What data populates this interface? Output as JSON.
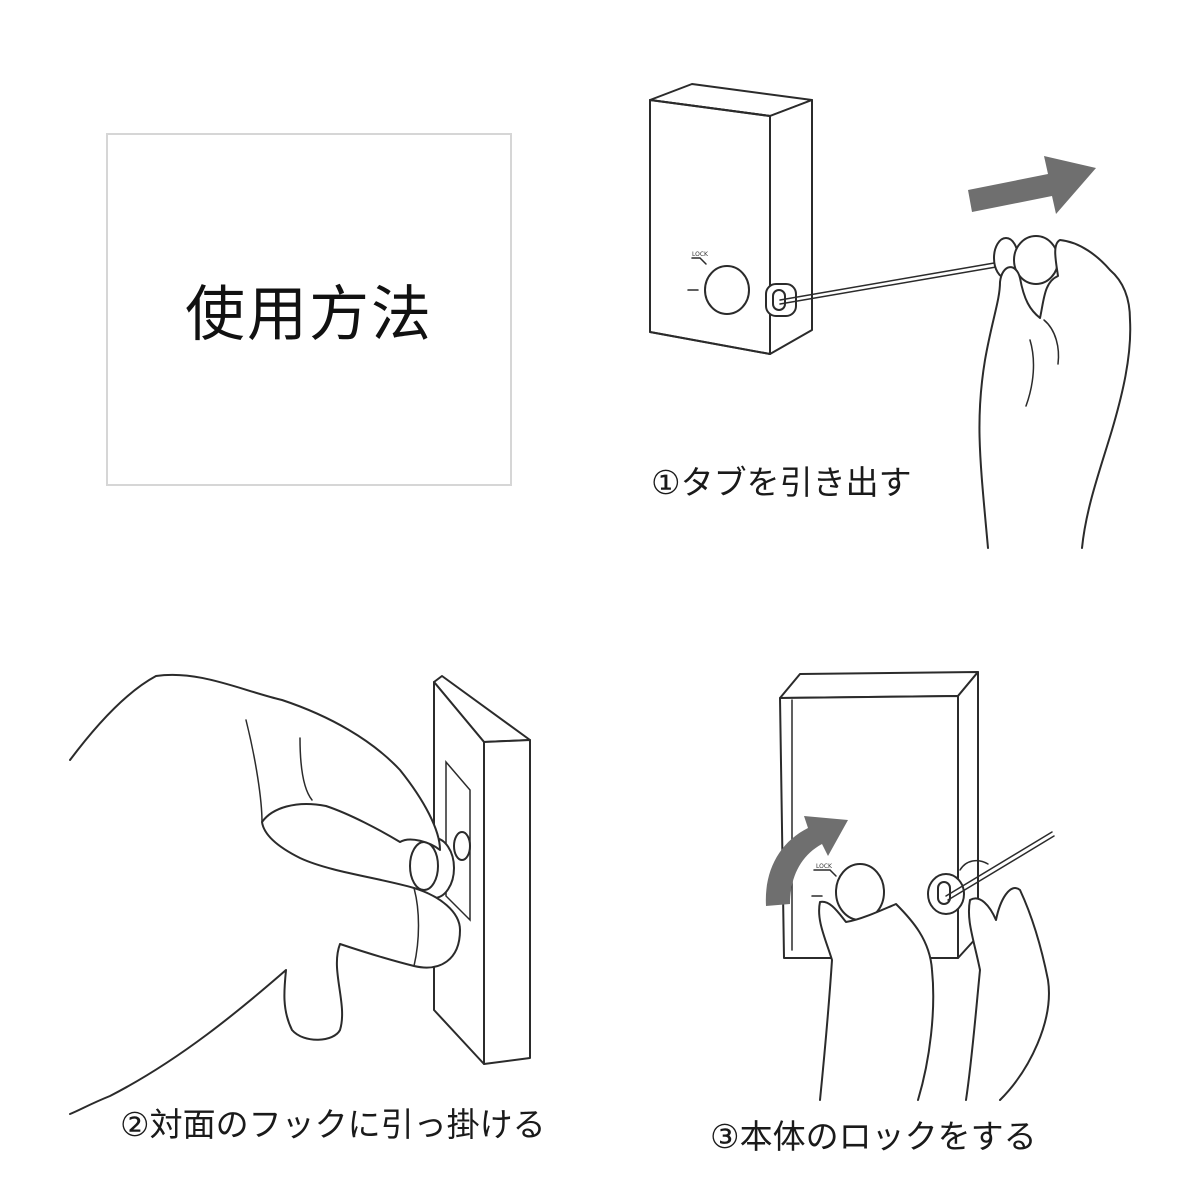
{
  "title": "使用方法",
  "steps": [
    {
      "caption": "①タブを引き出す"
    },
    {
      "caption": "②対面のフックに引っ掛ける"
    },
    {
      "caption": "③本体のロックをする"
    }
  ],
  "device_label": "LOCK",
  "icons": [
    "arrow-right-icon",
    "curved-arrow-icon"
  ],
  "colors": {
    "arrow": "#6f6f6f",
    "line": "#2b2b2b",
    "border": "#d6d6d6"
  }
}
